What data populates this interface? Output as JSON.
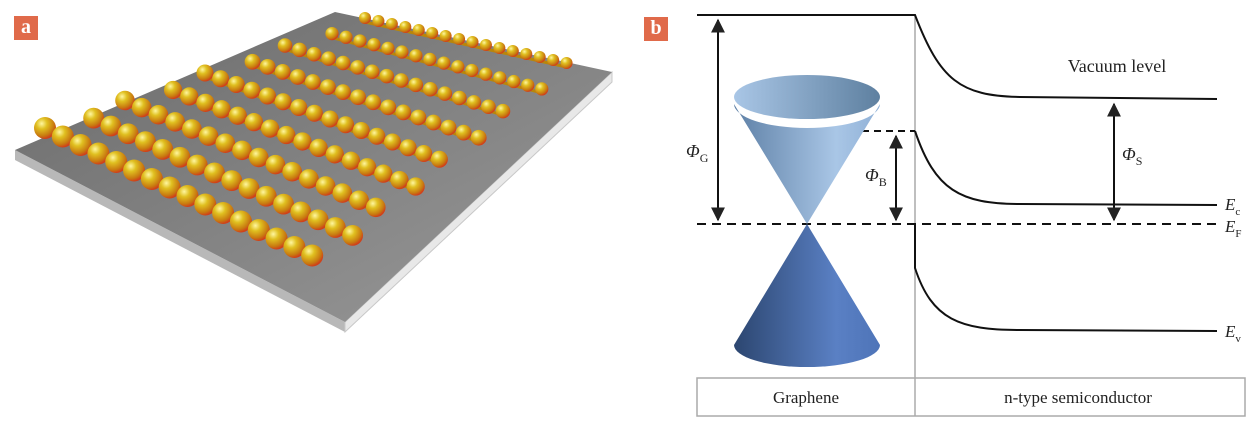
{
  "panel_a": {
    "label": "a"
  },
  "panel_b": {
    "label": "b",
    "vacuum_level": "Vacuum level",
    "phi_g": {
      "sym": "Φ",
      "sub": "G"
    },
    "phi_b": {
      "sym": "Φ",
      "sub": "B"
    },
    "phi_s": {
      "sym": "Φ",
      "sub": "S"
    },
    "ec": {
      "sym": "E",
      "sub": "c"
    },
    "ef": {
      "sym": "E",
      "sub": "F"
    },
    "ev": {
      "sym": "E",
      "sub": "v"
    },
    "graphene": "Graphene",
    "semiconductor": "n-type semiconductor"
  },
  "colors": {
    "label_bg": "#e06a4a",
    "cone_upper": "#8fb0d6",
    "cone_lower": "#4a6fb0",
    "sphere": "#d8b020"
  }
}
